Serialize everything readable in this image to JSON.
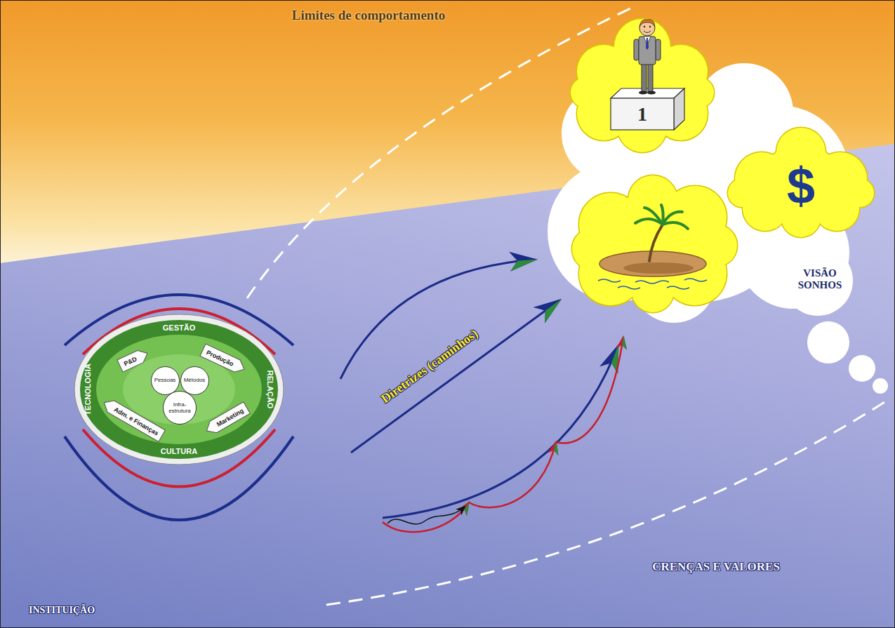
{
  "diagram": {
    "nodes": [
      {
        "text": [
          "1"
        ]
      },
      {
        "text": [
          "$"
        ]
      },
      {
        "text": [
          "VISÃO SONHOS"
        ]
      },
      {
        "text": [
          "GESTÃO",
          "RELAÇÃO",
          "CULTURA",
          "TECNOLOGIA"
        ]
      },
      {
        "text": [
          "P&D"
        ],
        "in": 3
      },
      {
        "text": [
          "Produção"
        ],
        "in": 3
      },
      {
        "text": [
          "Marketing"
        ],
        "in": 3
      },
      {
        "text": [
          "Adm. e Finanças"
        ],
        "in": 3
      },
      {
        "text": [
          "Pessoas"
        ],
        "in": 3
      },
      {
        "text": [
          "Métodos"
        ],
        "in": 3
      },
      {
        "text": [
          "Infra-estrutura"
        ],
        "in": 3
      }
    ],
    "labels": [
      "Limites de comportamento",
      "Diretrizes (caminhos)",
      "CRENÇAS E VALORES",
      "INSTITUIÇÃO"
    ]
  }
}
